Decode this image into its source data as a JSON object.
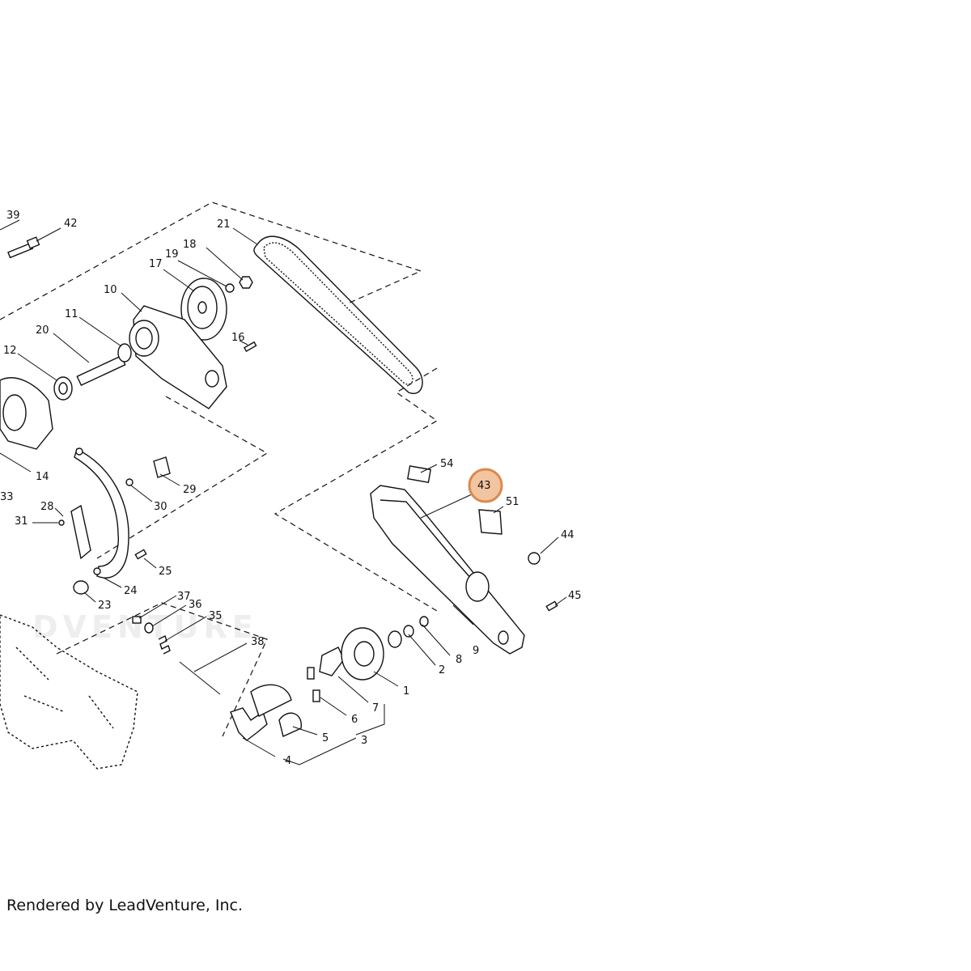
{
  "diagram": {
    "callouts": [
      "39",
      "42",
      "21",
      "18",
      "19",
      "17",
      "10",
      "11",
      "20",
      "16",
      "12",
      "14",
      "33",
      "28",
      "31",
      "30",
      "29",
      "25",
      "24",
      "23",
      "37",
      "36",
      "35",
      "38",
      "54",
      "43",
      "51",
      "44",
      "45",
      "9",
      "8",
      "2",
      "1",
      "7",
      "6",
      "5",
      "3",
      "4"
    ],
    "highlighted": "43",
    "highlight_color": "#f2c4a0",
    "highlight_stroke": "#d98a4e",
    "watermark": "DVENTURE"
  },
  "footer": {
    "text": "Rendered by LeadVenture, Inc."
  }
}
